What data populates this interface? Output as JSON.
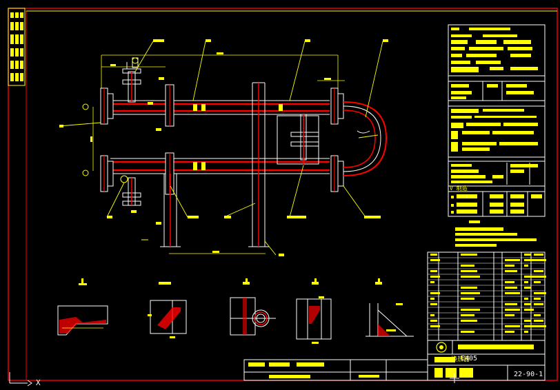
{
  "title_block": {
    "equipment_name": "换热器",
    "equipment_code": "E405",
    "drawing_number": "22-90-1"
  },
  "spec_table": {
    "header": "V 制造"
  },
  "colors": {
    "frame": "#ff0000",
    "geometry": "#ffffff",
    "dimension": "#ffff00",
    "hatch": "#ff0000",
    "background": "#000000"
  },
  "ucs": {
    "x_axis_label": "X"
  }
}
